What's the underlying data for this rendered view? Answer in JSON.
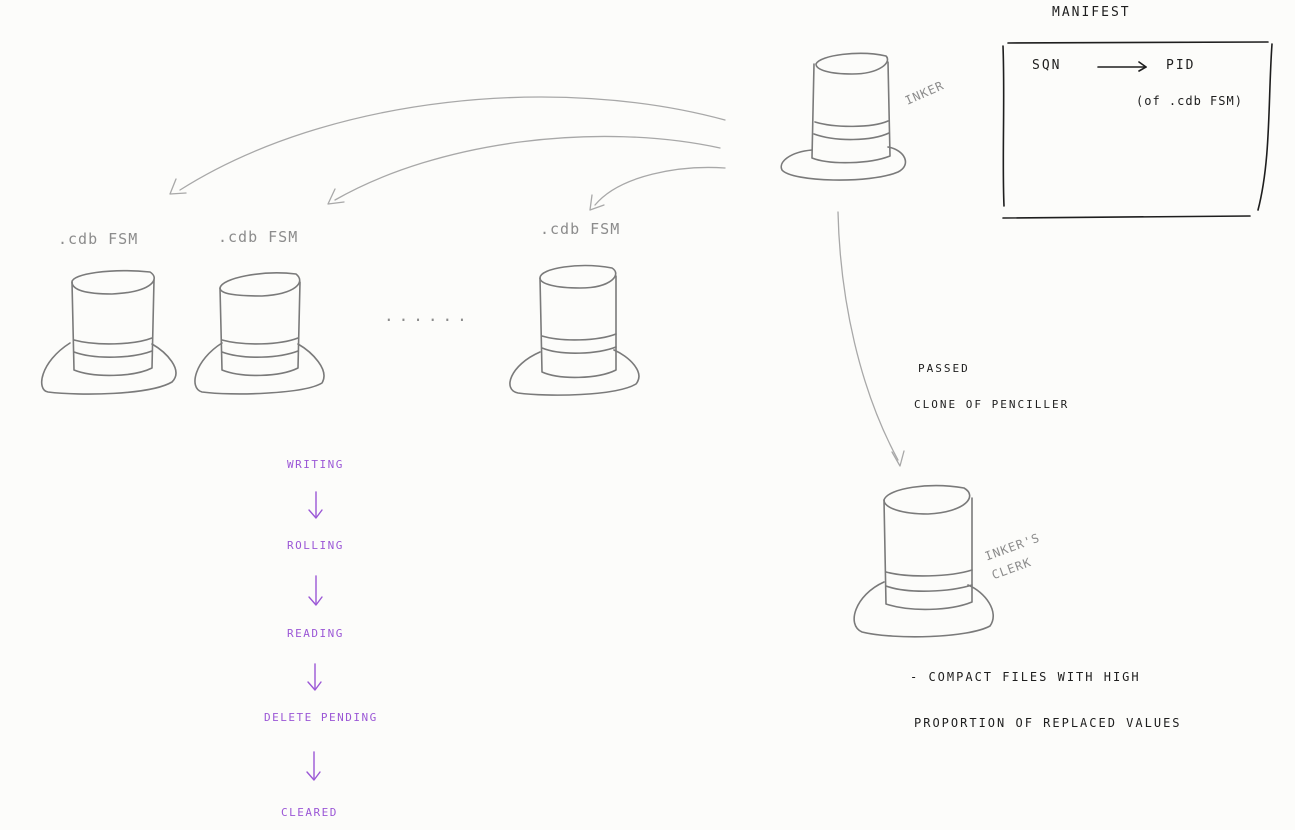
{
  "manifest": {
    "title": "MANIFEST",
    "mapping_from": "SQN",
    "mapping_to": "PID",
    "mapping_note": "(of .cdb FSM)"
  },
  "inker": {
    "label": "INKER"
  },
  "cdb_files": [
    {
      "label": ".cdb FSM"
    },
    {
      "label": ".cdb FSM"
    },
    {
      "label": ".cdb FSM"
    }
  ],
  "ellipsis": "......",
  "clone_note": {
    "line1": "PASSED",
    "line2": "CLONE OF PENCILLER"
  },
  "inker_clerk": {
    "label": "INKER'S CLERK"
  },
  "clerk_task": {
    "line1": "- COMPACT FILES WITH HIGH",
    "line2": "PROPORTION OF REPLACED VALUES"
  },
  "lifecycle": {
    "states": [
      "WRITING",
      "ROLLING",
      "READING",
      "DELETE PENDING",
      "CLEARED"
    ]
  },
  "colors": {
    "pencil": "#7a7a7a",
    "ink": "#1e1e1e",
    "lifecycle": "#9b57d6",
    "paper": "#fcfcfa"
  }
}
